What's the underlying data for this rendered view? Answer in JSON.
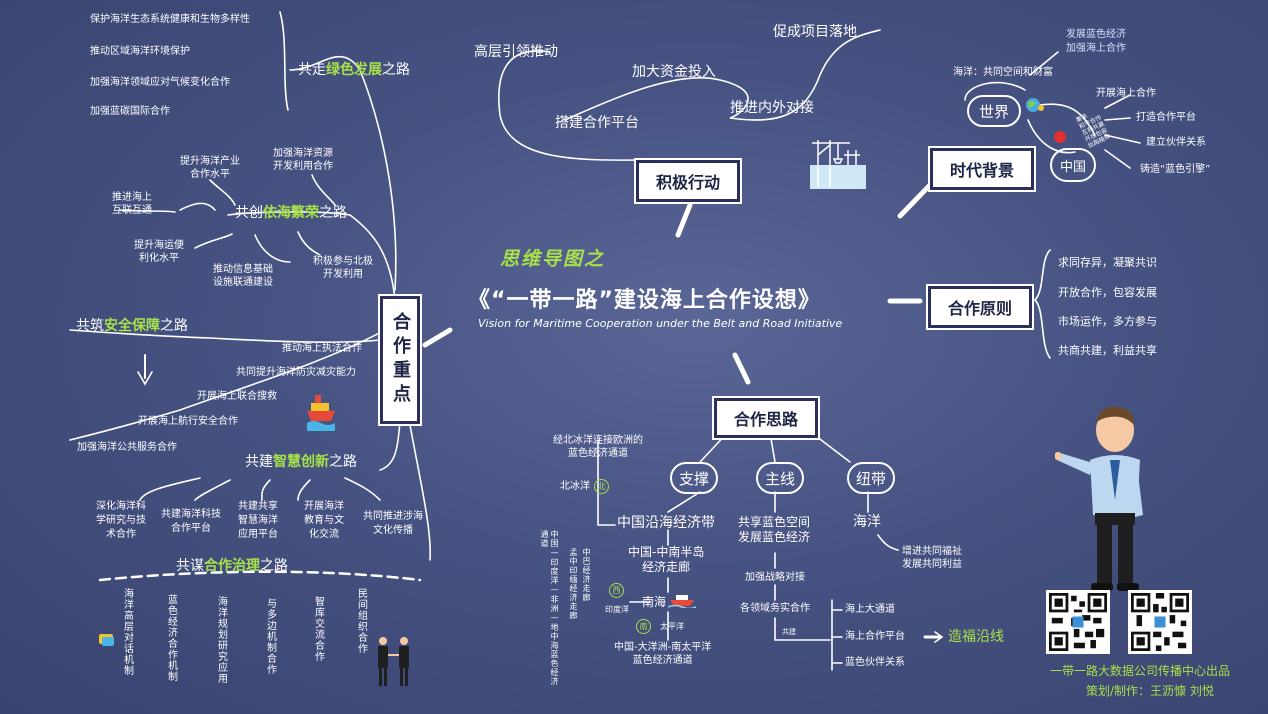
{
  "title": {
    "prefix": "思维导图之",
    "main": "《“一带一路”建设海上合作设想》",
    "subtitle": "Vision for Maritime Cooperation under the Belt and Road Initiative"
  },
  "branches": {
    "actions": {
      "label": "积极行动",
      "items": [
        "高层引领推动",
        "加大资金投入",
        "促成项目落地",
        "搭建合作平台",
        "推进内外对接"
      ]
    },
    "background": {
      "label": "时代背景",
      "world": "世界",
      "china": "中国",
      "world_note": "海洋：共同空间和财富",
      "top_right": [
        "发展蓝色经济",
        "加强海上合作"
      ],
      "right_items": [
        "开展海上合作",
        "打造合作平台",
        "建立伙伴关系",
        "铸造“蓝色引擎”"
      ],
      "china_note": [
        "秉承",
        "和平合作",
        "互利共赢",
        "开放包容",
        "丝路精神"
      ]
    },
    "principles": {
      "label": "合作原则",
      "items": [
        "求同存异，凝聚共识",
        "开放合作，包容发展",
        "市场运作，多方参与",
        "共商共建，利益共享"
      ]
    },
    "thinking": {
      "label": "合作思路",
      "support": "支撑",
      "mainline": "主线",
      "bond": "纽带",
      "support_tree": {
        "arctic_note": [
          "经北冰洋连接欧洲的",
          "蓝色经济通道"
        ],
        "arctic": "北冰洋",
        "arctic_badge": "北",
        "coastal_belt": "中国沿海经济带",
        "corridor": [
          "中国-中南半岛",
          "经济走廊"
        ],
        "south_sea": "南海",
        "west_badge": "西",
        "south_badge": "南",
        "indian_ocean": "印度洋",
        "pacific": "太平洋",
        "vertical_1": "中国—印度洋—非洲—地中海蓝色经济通道",
        "vertical_2": "孟中印缅经济走廊",
        "vertical_3": "中巴经济走廊",
        "bottom": [
          "中国-大洋洲-南太平洋",
          "蓝色经济通道"
        ]
      },
      "mainline_tree": {
        "space": [
          "共享蓝色空间",
          "发展蓝色经济"
        ],
        "strategy": "加强战略对接",
        "domains": "各领域务实合作",
        "build": "共建",
        "channels": [
          "海上大通道",
          "海上合作平台",
          "蓝色伙伴关系"
        ],
        "result": "造福沿线"
      },
      "bond_tree": {
        "ocean": "海洋",
        "benefit": [
          "增进共同福祉",
          "发展共同利益"
        ]
      }
    },
    "focus": {
      "label": "合作重点",
      "green": {
        "pre": "共走",
        "key": "绿色发展",
        "post": "之路",
        "items": [
          "保护海洋生态系统健康和生物多样性",
          "推动区域海洋环境保护",
          "加强海洋领域应对气候变化合作",
          "加强蓝碳国际合作"
        ]
      },
      "prosper": {
        "pre": "共创",
        "key": "依海繁荣",
        "post": "之路",
        "items": [
          "提升海洋产业合作水平",
          "加强海洋资源开发利用合作",
          "推进海上互联互通",
          "提升海运便利化水平",
          "推动信息基础设施联通建设",
          "积极参与北极开发利用"
        ]
      },
      "safety": {
        "pre": "共筑",
        "key": "安全保障",
        "post": "之路",
        "items": [
          "推动海上执法合作",
          "共同提升海洋防灾减灾能力",
          "开展海上联合搜救",
          "开展海上航行安全合作",
          "加强海洋公共服务合作"
        ]
      },
      "smart": {
        "pre": "共建",
        "key": "智慧创新",
        "post": "之路",
        "items": [
          "深化海洋科学研究与技术合作",
          "共建海洋科技合作平台",
          "共建共享智慧海洋应用平台",
          "开展海洋教育与文化交流",
          "共同推进涉海文化传播"
        ]
      },
      "governance": {
        "pre": "共谋",
        "key": "合作治理",
        "post": "之路",
        "items": [
          "海洋高层对话机制",
          "蓝色经济合作机制",
          "海洋规划研究应用",
          "与多边机制合作",
          "智库交流合作",
          "民间组织合作"
        ]
      }
    }
  },
  "footer": {
    "producer": "一带一路大数据公司传播中心出品",
    "credits": "策划/制作：王沥慷 刘悦"
  },
  "colors": {
    "background": "#465281",
    "highlight": "#a6e04b",
    "box_border": "#2a3057"
  }
}
